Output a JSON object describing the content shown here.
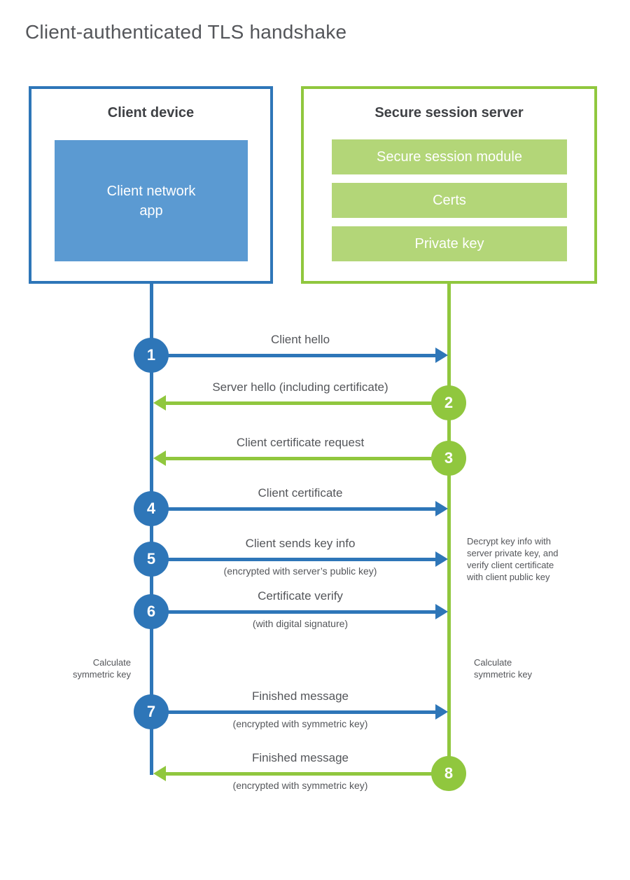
{
  "title": "Client-authenticated TLS handshake",
  "colors": {
    "blue": "#2e76b8",
    "blue_light": "#5b9ad2",
    "green": "#90c73e",
    "green_light": "#b3d678",
    "label_text": "#54565a",
    "heading_text": "#3f4145"
  },
  "client": {
    "title": "Client device",
    "app_label": "Client network\napp"
  },
  "server": {
    "title": "Secure session server",
    "modules": [
      "Secure session module",
      "Certs",
      "Private key"
    ]
  },
  "messages": [
    {
      "num": "1",
      "from": "client",
      "to": "server",
      "label": "Client hello",
      "sub": ""
    },
    {
      "num": "2",
      "from": "server",
      "to": "client",
      "label": "Server hello (including certificate)",
      "sub": ""
    },
    {
      "num": "3",
      "from": "server",
      "to": "client",
      "label": "Client certificate request",
      "sub": ""
    },
    {
      "num": "4",
      "from": "client",
      "to": "server",
      "label": "Client certificate",
      "sub": ""
    },
    {
      "num": "5",
      "from": "client",
      "to": "server",
      "label": "Client sends key info",
      "sub": "(encrypted with server’s public key)"
    },
    {
      "num": "6",
      "from": "client",
      "to": "server",
      "label": "Certificate verify",
      "sub": "(with digital signature)"
    },
    {
      "num": "7",
      "from": "client",
      "to": "server",
      "label": "Finished message",
      "sub": "(encrypted with symmetric key)"
    },
    {
      "num": "8",
      "from": "server",
      "to": "client",
      "label": "Finished message",
      "sub": "(encrypted with symmetric key)"
    }
  ],
  "annotations": {
    "decrypt_note": "Decrypt key info with\nserver private key, and\nverify client certificate\nwith client public key",
    "calc_left": "Calculate\nsymmetric key",
    "calc_right": "Calculate\nsymmetric key"
  }
}
